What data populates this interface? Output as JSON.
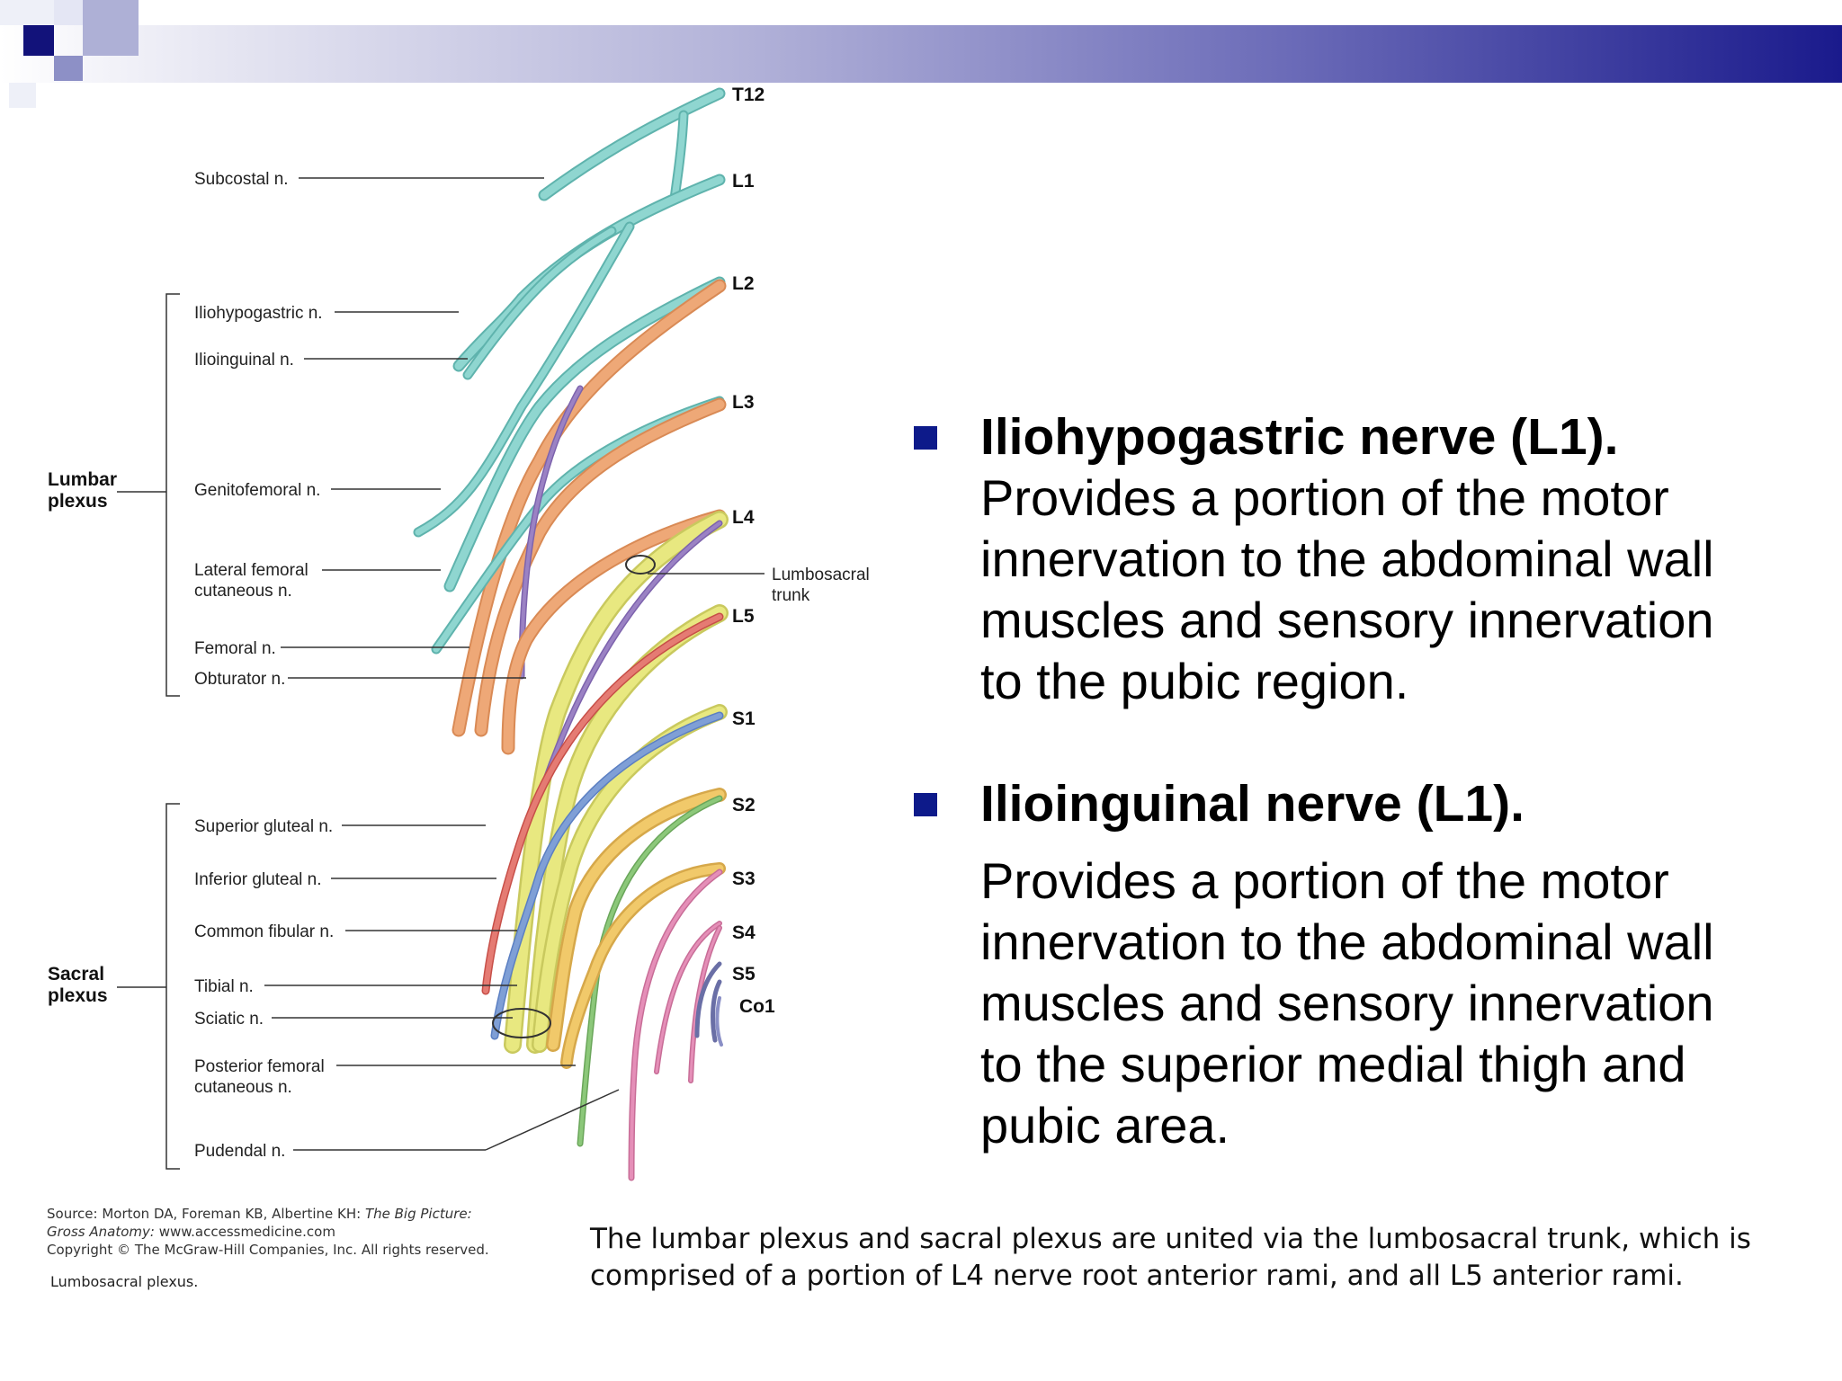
{
  "header": {
    "band_colors": [
      "#ffffff",
      "#1a1a8c"
    ],
    "accent": "#0d1a8a"
  },
  "diagram": {
    "roots": [
      "T12",
      "L1",
      "L2",
      "L3",
      "L4",
      "L5",
      "S1",
      "S2",
      "S3",
      "S4",
      "S5",
      "Co1"
    ],
    "groups": {
      "lumbar": [
        "Lumbar",
        "plexus"
      ],
      "sacral": [
        "Sacral",
        "plexus"
      ]
    },
    "labels": {
      "subcostal": "Subcostal n.",
      "iliohypogastric": "Iliohypogastric n.",
      "ilioinguinal": "Ilioinguinal n.",
      "genitofemoral": "Genitofemoral n.",
      "lat_fem_1": "Lateral femoral",
      "lat_fem_2": "cutaneous n.",
      "femoral": "Femoral n.",
      "obturator": "Obturator n.",
      "lumbosacral_1": "Lumbosacral",
      "lumbosacral_2": "trunk",
      "sup_gluteal": "Superior gluteal n.",
      "inf_gluteal": "Inferior gluteal n.",
      "common_fibular": "Common fibular n.",
      "tibial": "Tibial n.",
      "sciatic": "Sciatic n.",
      "post_fem_1": "Posterior femoral",
      "post_fem_2": "cutaneous n.",
      "pudendal": "Pudendal n."
    },
    "nerve_colors": {
      "subcostal": "#8fd6d0",
      "femoral": "#eea877",
      "obturator": "#9b82c4",
      "sciatic": "#e8e880",
      "sacral": "#f1c96a",
      "sup_gluteal": "#e57b73",
      "inf_gluteal": "#7f9fd6",
      "posterior": "#8cc87a",
      "pudendal": "#e58fb8",
      "coccygeal": "#8a8fc6"
    }
  },
  "source": {
    "line1_prefix": "Source: Morton DA, Foreman KB, Albertine KH: ",
    "line1_italic": "The Big Picture:",
    "line2_italic": "Gross Anatomy:",
    "line2_suffix": " www.accessmedicine.com",
    "line3": "Copyright © The McGraw-Hill Companies, Inc. All rights reserved.",
    "caption": "Lumbosacral plexus."
  },
  "bullets": [
    {
      "heading": "Iliohypogastric nerve (L1).",
      "lines": [
        "Provides a portion of the motor",
        "innervation to the abdominal wall",
        "muscles and sensory innervation",
        "to the pubic region."
      ]
    },
    {
      "heading": "Ilioinguinal nerve (L1).",
      "lines": [
        "Provides a portion of the motor",
        "innervation to the abdominal wall",
        "muscles and sensory innervation",
        "to the superior medial thigh and",
        "pubic area."
      ]
    }
  ],
  "bottom_caption": {
    "line1": "The lumbar plexus and sacral plexus are united via the lumbosacral trunk, which is",
    "line2": "comprised of a portion of L4 nerve root anterior rami, and all L5 anterior rami."
  }
}
